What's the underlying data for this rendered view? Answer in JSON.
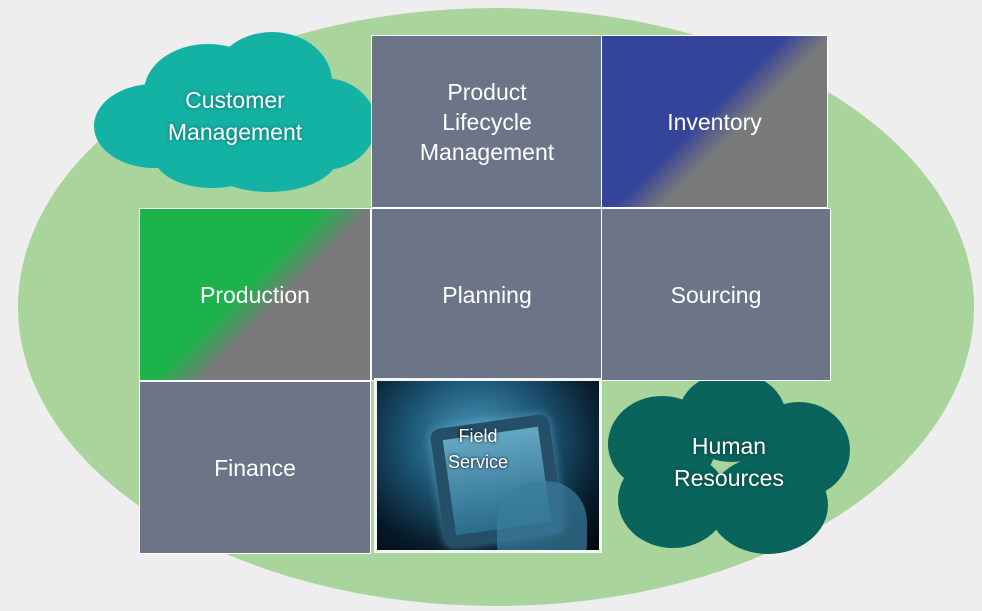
{
  "colors": {
    "background": "#eeeeee",
    "ellipse": "#a9d49b",
    "tile": "#6b7587",
    "inventory_accent": "#34449b",
    "production_accent": "#1db34b",
    "cloud_light": "#14b2a5",
    "cloud_dark": "#09645c",
    "text": "#ffffff"
  },
  "tiles": {
    "product_lifecycle": "Product\nLifecycle\nManagement",
    "inventory": "Inventory",
    "production": "Production",
    "planning": "Planning",
    "sourcing": "Sourcing",
    "finance": "Finance",
    "field_service": "Field\nService"
  },
  "clouds": {
    "customer_management": "Customer\nManagement",
    "human_resources": "Human\nResources"
  }
}
